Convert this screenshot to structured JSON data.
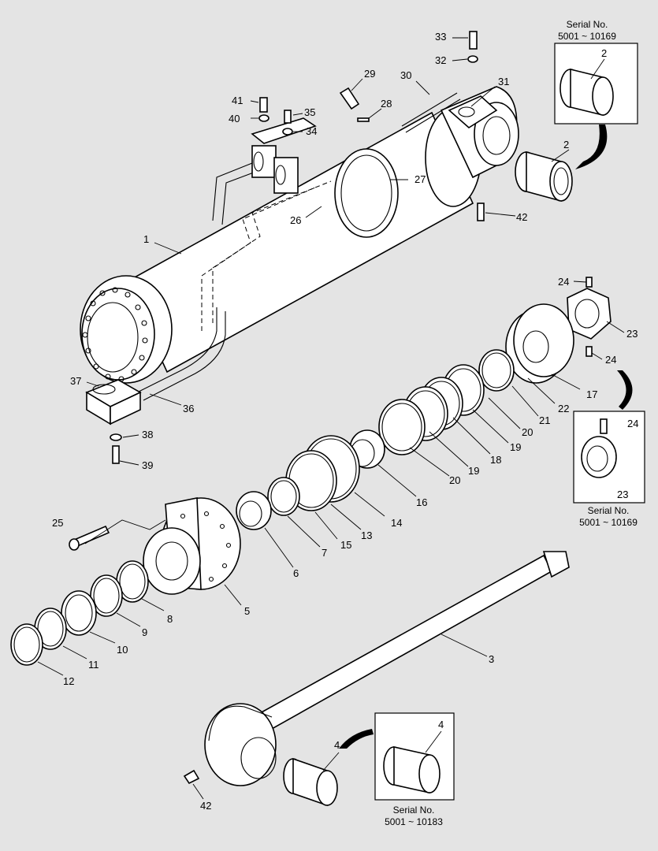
{
  "callouts": [
    {
      "id": "c1",
      "text": "1"
    },
    {
      "id": "c2a",
      "text": "2"
    },
    {
      "id": "c2b",
      "text": "2"
    },
    {
      "id": "c3",
      "text": "3"
    },
    {
      "id": "c4a",
      "text": "4"
    },
    {
      "id": "c4b",
      "text": "4"
    },
    {
      "id": "c5",
      "text": "5"
    },
    {
      "id": "c6",
      "text": "6"
    },
    {
      "id": "c7",
      "text": "7"
    },
    {
      "id": "c8",
      "text": "8"
    },
    {
      "id": "c9",
      "text": "9"
    },
    {
      "id": "c10",
      "text": "10"
    },
    {
      "id": "c11",
      "text": "11"
    },
    {
      "id": "c12",
      "text": "12"
    },
    {
      "id": "c13",
      "text": "13"
    },
    {
      "id": "c14",
      "text": "14"
    },
    {
      "id": "c15",
      "text": "15"
    },
    {
      "id": "c16",
      "text": "16"
    },
    {
      "id": "c17",
      "text": "17"
    },
    {
      "id": "c18",
      "text": "18"
    },
    {
      "id": "c19a",
      "text": "19"
    },
    {
      "id": "c19b",
      "text": "19"
    },
    {
      "id": "c20a",
      "text": "20"
    },
    {
      "id": "c20b",
      "text": "20"
    },
    {
      "id": "c21",
      "text": "21"
    },
    {
      "id": "c22",
      "text": "22"
    },
    {
      "id": "c23a",
      "text": "23"
    },
    {
      "id": "c23b",
      "text": "23"
    },
    {
      "id": "c24a",
      "text": "24"
    },
    {
      "id": "c24b",
      "text": "24"
    },
    {
      "id": "c24c",
      "text": "24"
    },
    {
      "id": "c25",
      "text": "25"
    },
    {
      "id": "c26",
      "text": "26"
    },
    {
      "id": "c27",
      "text": "27"
    },
    {
      "id": "c28",
      "text": "28"
    },
    {
      "id": "c29",
      "text": "29"
    },
    {
      "id": "c30",
      "text": "30"
    },
    {
      "id": "c31",
      "text": "31"
    },
    {
      "id": "c32",
      "text": "32"
    },
    {
      "id": "c33",
      "text": "33"
    },
    {
      "id": "c34",
      "text": "34"
    },
    {
      "id": "c35",
      "text": "35"
    },
    {
      "id": "c36",
      "text": "36"
    },
    {
      "id": "c37",
      "text": "37"
    },
    {
      "id": "c38",
      "text": "38"
    },
    {
      "id": "c39",
      "text": "39"
    },
    {
      "id": "c40",
      "text": "40"
    },
    {
      "id": "c41",
      "text": "41"
    },
    {
      "id": "c42a",
      "text": "42"
    },
    {
      "id": "c42b",
      "text": "42"
    }
  ],
  "insets": {
    "top_right": {
      "serial_label": "Serial No.",
      "serial_range": "5001 ~ 10169",
      "part": "2"
    },
    "mid_right": {
      "serial_label": "Serial No.",
      "serial_range": "5001 ~ 10169",
      "parts": [
        "24",
        "23"
      ]
    },
    "bottom": {
      "serial_label": "Serial No.",
      "serial_range": "5001 ~ 10183",
      "part": "4"
    }
  }
}
